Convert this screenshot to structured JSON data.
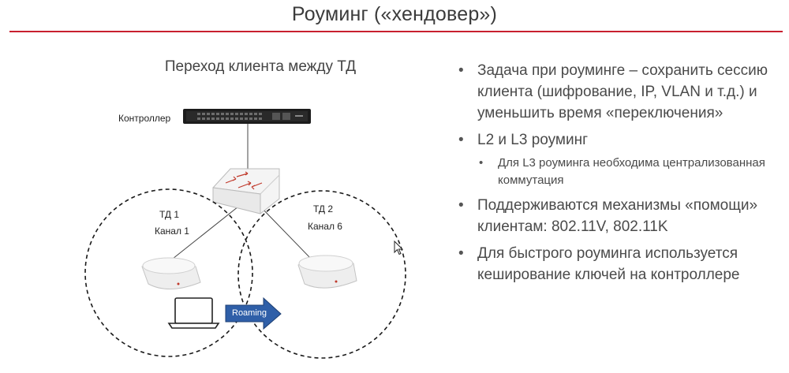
{
  "slide": {
    "title": "Роуминг («хендовер»)"
  },
  "diagram": {
    "title": "Переход клиента между ТД",
    "controller_label": "Контроллер",
    "ap1_name": "ТД 1",
    "ap1_channel": "Канал 1",
    "ap2_name": "ТД 2",
    "ap2_channel": "Канал 6",
    "roaming_label": "Roaming"
  },
  "bullets": [
    {
      "text": "Задача при роуминге – сохранить сессию клиента (шифрование, IP, VLAN и т.д.) и уменьшить время «переключения»"
    },
    {
      "text": "L2 и L3 роуминг"
    },
    {
      "text": "Для L3 роуминга необходима централизованная коммутация"
    },
    {
      "text": "Поддерживаются механизмы «помощи» клиентам: 802.11V, 802.11K"
    },
    {
      "text": "Для быстрого роуминга используется кеширование ключей на контроллере"
    }
  ],
  "colors": {
    "title_rule": "#c8202f",
    "roaming_arrow": "#2f5fa8"
  }
}
